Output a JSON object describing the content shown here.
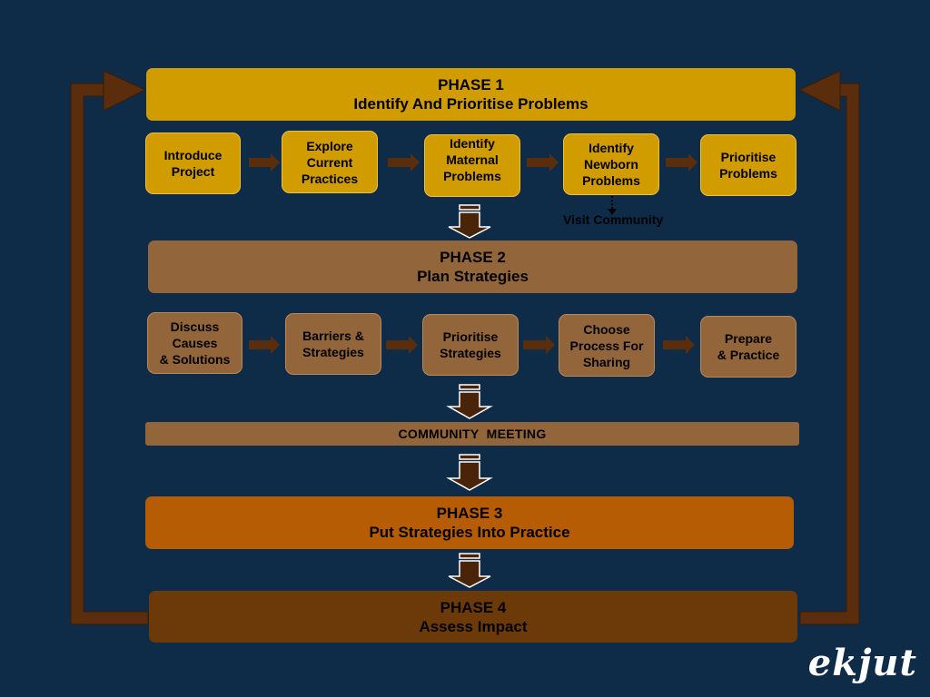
{
  "phase1": {
    "title": "PHASE 1",
    "subtitle": "Identify And Prioritise Problems",
    "steps": [
      {
        "label": "Introduce\nProject"
      },
      {
        "label": "Explore\nCurrent\nPractices"
      },
      {
        "label": "Identify\nMaternal\nProblems"
      },
      {
        "label": "Identify\nNewborn\nProblems"
      },
      {
        "label": "Prioritise\nProblems"
      }
    ],
    "note": "Visit Community"
  },
  "phase2": {
    "title": "PHASE 2",
    "subtitle": "Plan Strategies",
    "steps": [
      {
        "label": "Discuss\nCauses\n& Solutions"
      },
      {
        "label": "Barriers &\nStrategies"
      },
      {
        "label": "Prioritise\nStrategies"
      },
      {
        "label": "Choose\nProcess For\nSharing"
      },
      {
        "label": "Prepare\n& Practice"
      }
    ]
  },
  "meeting": {
    "label": "COMMUNITY  MEETING"
  },
  "phase3": {
    "title": "PHASE 3",
    "subtitle": "Put Strategies Into Practice"
  },
  "phase4": {
    "title": "PHASE 4",
    "subtitle": "Assess Impact"
  },
  "logo": {
    "text": "ekjut"
  },
  "colors": {
    "background": "#0e2c48",
    "phase1": "#d09c00",
    "phase2": "#93653a",
    "phase3": "#b55c05",
    "phase4": "#6c3a08",
    "arrow": "#5a2e0c"
  }
}
